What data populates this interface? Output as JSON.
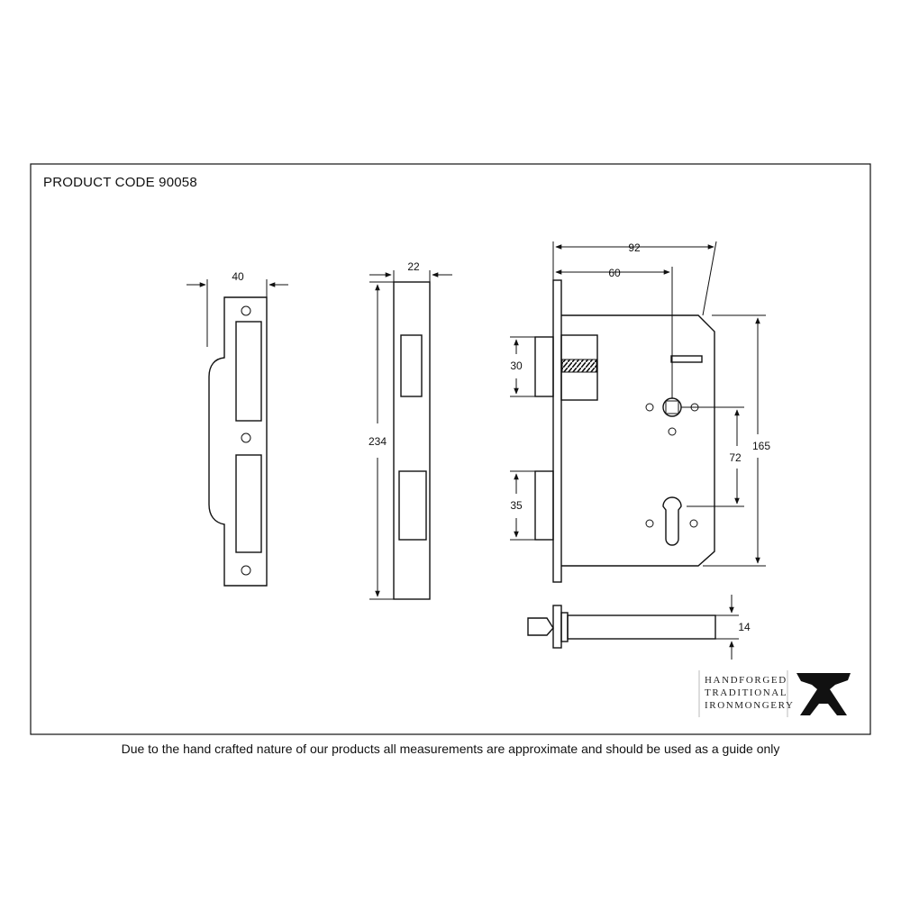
{
  "header": {
    "product_code": "PRODUCT CODE 90058"
  },
  "dimensions": {
    "strike_width": "40",
    "forend_width": "22",
    "forend_height": "234",
    "case_width": "92",
    "backset": "60",
    "case_height": "165",
    "centres": "72",
    "latch_height": "30",
    "deadbolt_height": "35",
    "spindle_size": "14"
  },
  "brand": {
    "line1": "HANDFORGED",
    "line2": "TRADITIONAL",
    "line3": "IRONMONGERY"
  },
  "footer": {
    "disclaimer": "Due to the hand crafted nature of our products all measurements are approximate and should be used as a guide only"
  }
}
